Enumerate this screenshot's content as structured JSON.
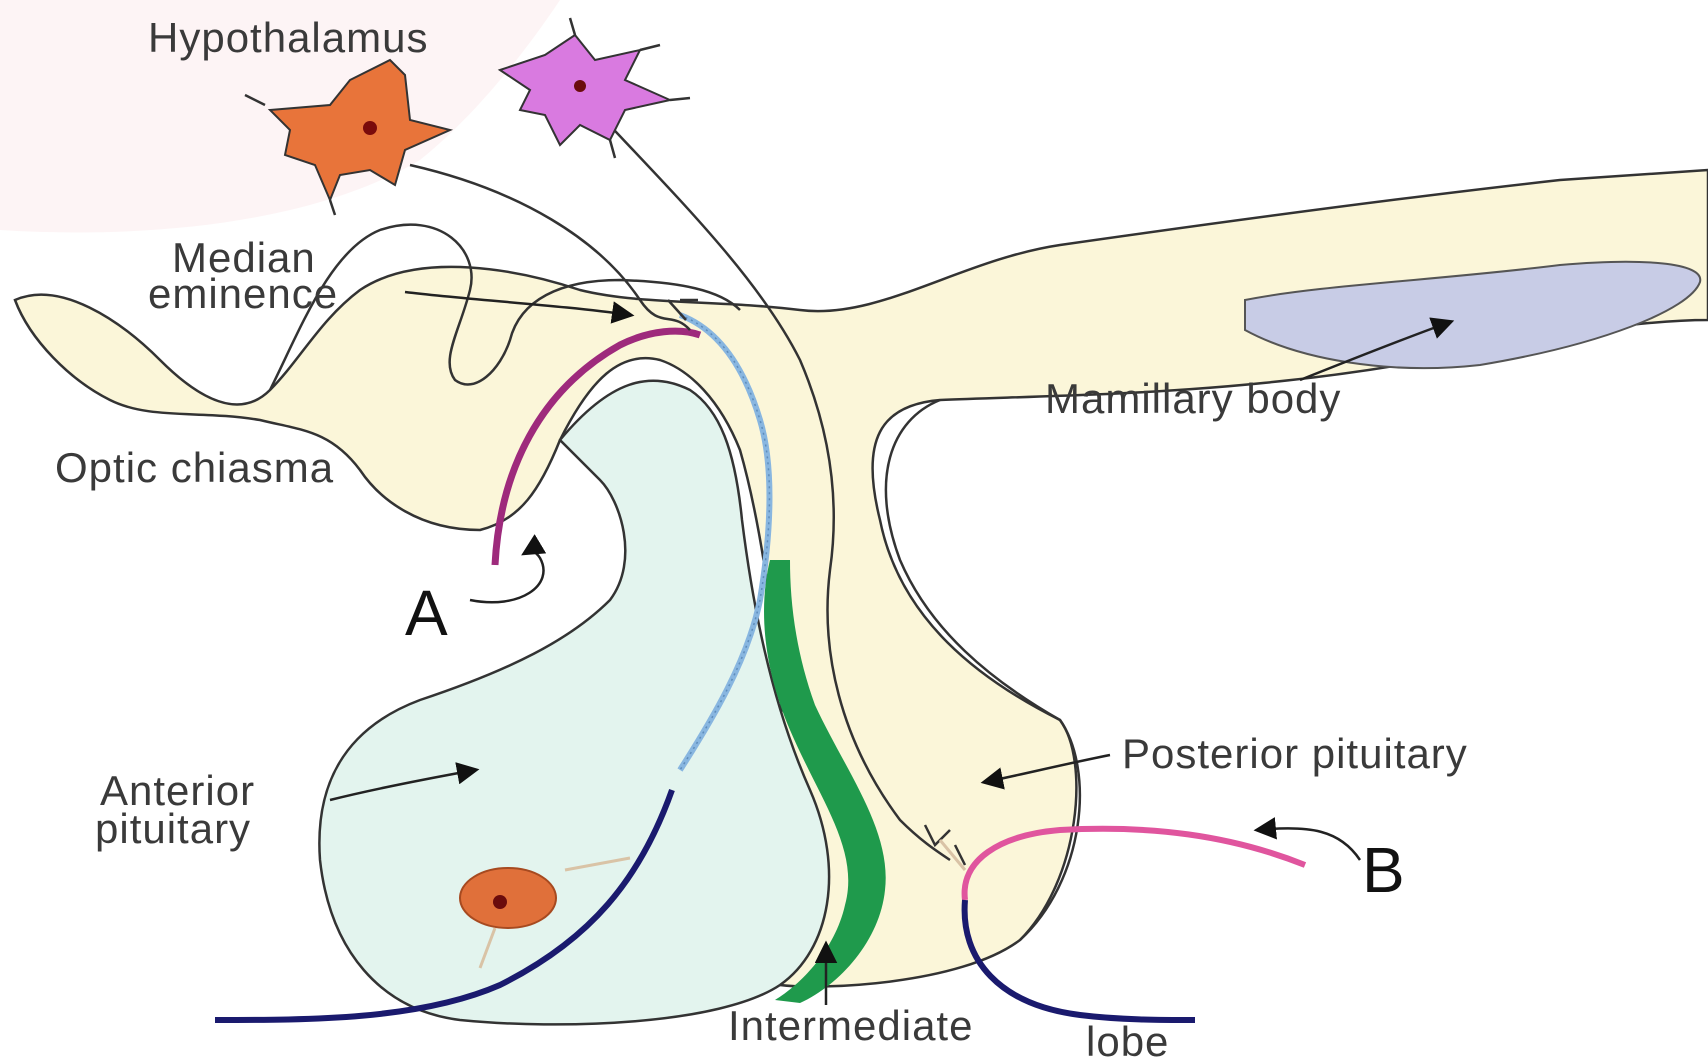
{
  "labels": {
    "hypothalamus": "Hypothalamus",
    "median_eminence_line1": "Median",
    "median_eminence_line2": "eminence",
    "optic_chiasma": "Optic chiasma",
    "mamillary_body": "Mamillary body",
    "marker_a": "A",
    "marker_b": "B",
    "posterior_pituitary": "Posterior pituitary",
    "anterior_pituitary_line1": "Anterior",
    "anterior_pituitary_line2": "pituitary",
    "intermediate": "Intermediate",
    "lobe": "lobe"
  },
  "colors": {
    "background": "#ffffff",
    "neural_tissue": "#fbf6d9",
    "anterior_lobe": "#e3f4ee",
    "mamillary_body": "#c8cce6",
    "intermediate_lobe": "#1f9a4c",
    "neuron_orange": "#e8743a",
    "neuron_magenta": "#d97ae0",
    "portal_vessel_blue": "#88b6e0",
    "venous_drainage_navy": "#1a1a6e",
    "artery_a": "#9e2a7c",
    "artery_b": "#e0559e",
    "secreting_cell": "#e0703a"
  }
}
